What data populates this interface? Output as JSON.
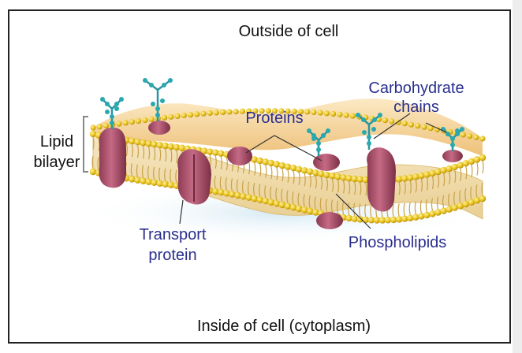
{
  "labels": {
    "outside": "Outside of cell",
    "inside": "Inside of cell (cytoplasm)",
    "lipid_line1": "Lipid",
    "lipid_line2": "bilayer",
    "proteins": "Proteins",
    "carb_line1": "Carbohydrate",
    "carb_line2": "chains",
    "transport_line1": "Transport",
    "transport_line2": "protein",
    "phospholipids": "Phospholipids"
  },
  "colors": {
    "label_blue": "#2a2f8f",
    "head_gold": "#e8c21c",
    "protein": "#b5546f",
    "carbohydrate": "#2aa8b0",
    "membrane_top": "#f2cf8e",
    "frame": "#222222"
  }
}
